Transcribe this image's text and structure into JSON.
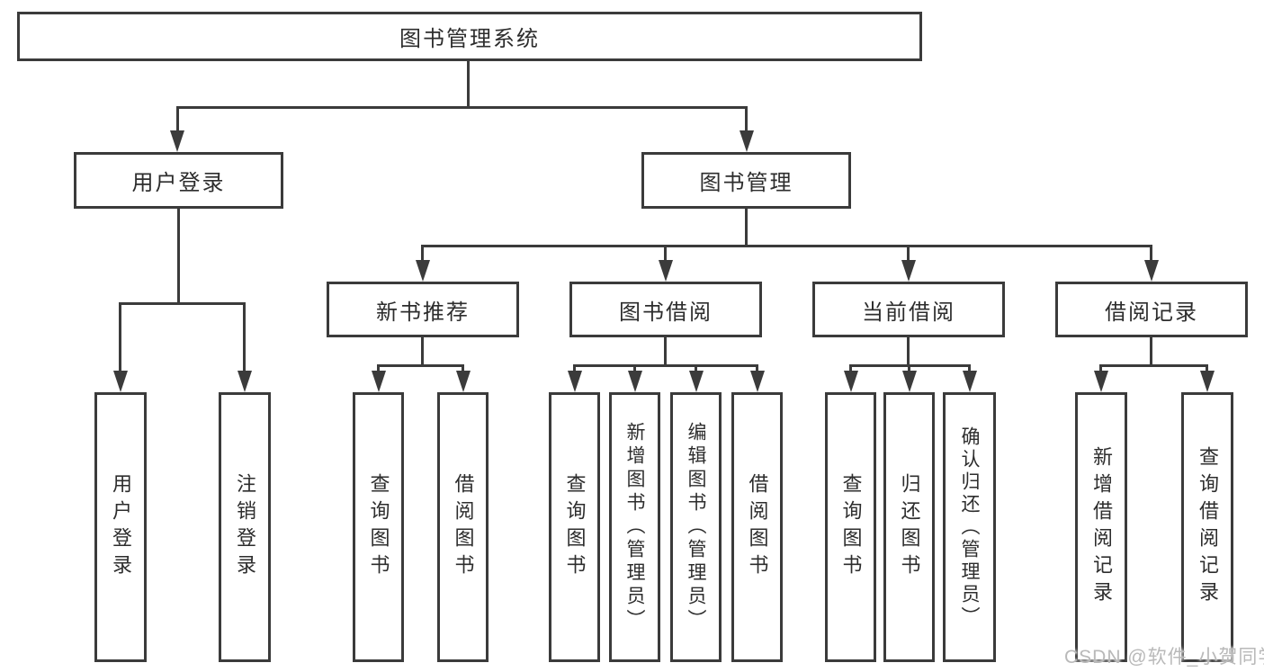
{
  "diagram": {
    "type": "hierarchy-flowchart",
    "title": "图书管理系统",
    "colors": {
      "line": "#3b3b3b",
      "text": "#2d2d2d",
      "background": "#ffffff",
      "watermark": "#b9b9b9"
    },
    "watermark": "CSDN @软件_小贺同学",
    "tree": {
      "label": "图书管理系统",
      "children": [
        {
          "label": "用户登录",
          "children": [
            {
              "label": "用户登录"
            },
            {
              "label": "注销登录"
            }
          ]
        },
        {
          "label": "图书管理",
          "children": [
            {
              "label": "新书推荐",
              "children": [
                {
                  "label": "查询图书"
                },
                {
                  "label": "借阅图书"
                }
              ]
            },
            {
              "label": "图书借阅",
              "children": [
                {
                  "label": "查询图书"
                },
                {
                  "label": "新增图书（管理员）"
                },
                {
                  "label": "编辑图书（管理员）"
                },
                {
                  "label": "借阅图书"
                }
              ]
            },
            {
              "label": "当前借阅",
              "children": [
                {
                  "label": "查询图书"
                },
                {
                  "label": "归还图书"
                },
                {
                  "label": "确认归还（管理员）"
                }
              ]
            },
            {
              "label": "借阅记录",
              "children": [
                {
                  "label": "新增借阅记录"
                },
                {
                  "label": "查询借阅记录"
                }
              ]
            }
          ]
        }
      ]
    }
  }
}
